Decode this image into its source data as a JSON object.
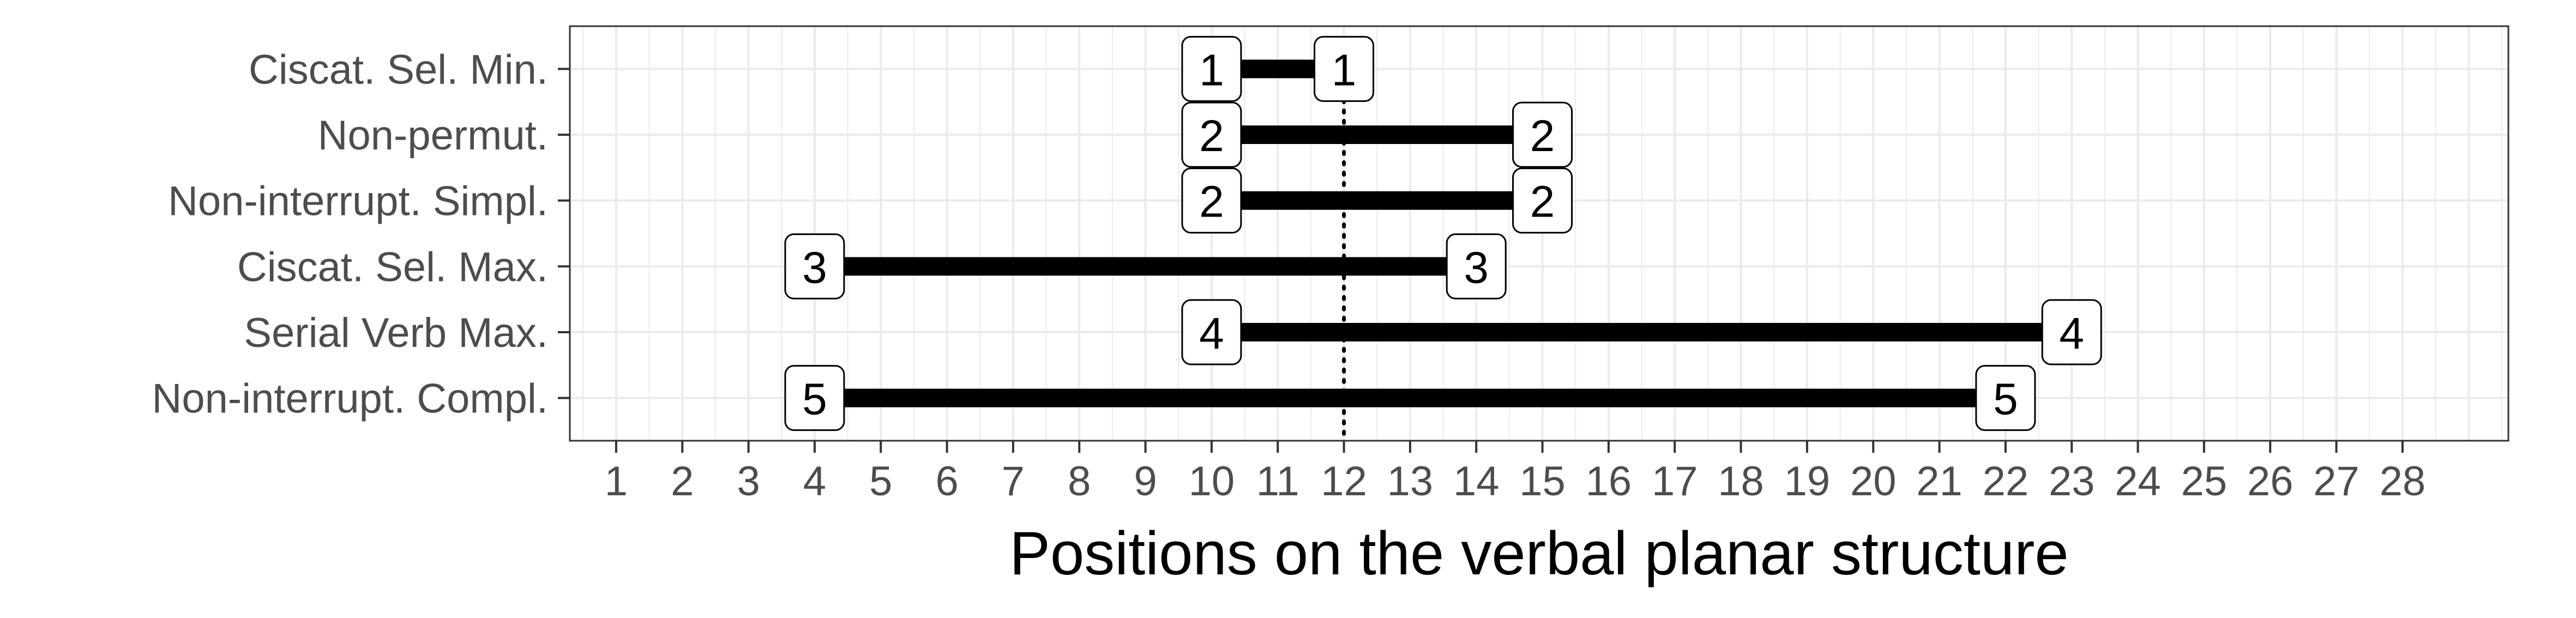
{
  "chart_data": {
    "type": "range",
    "title": "",
    "xlabel": "Positions on the verbal planar structure",
    "ylabel": "",
    "x_ticks": [
      1,
      2,
      3,
      4,
      5,
      6,
      7,
      8,
      9,
      10,
      11,
      12,
      13,
      14,
      15,
      16,
      17,
      18,
      19,
      20,
      21,
      22,
      23,
      24,
      25,
      26,
      27,
      28
    ],
    "xlim": [
      0.3,
      29.6
    ],
    "grid": true,
    "reference_line": {
      "x": 12,
      "style": "dotted"
    },
    "categories": [
      "Ciscat. Sel. Min.",
      "Non-permut.",
      "Non-interrupt. Simpl.",
      "Ciscat. Sel. Max.",
      "Serial Verb Max.",
      "Non-interrupt. Compl."
    ],
    "series": [
      {
        "category": "Ciscat. Sel. Min.",
        "start": 10,
        "end": 12,
        "label": "1"
      },
      {
        "category": "Non-permut.",
        "start": 10,
        "end": 15,
        "label": "2"
      },
      {
        "category": "Non-interrupt. Simpl.",
        "start": 10,
        "end": 15,
        "label": "2"
      },
      {
        "category": "Ciscat. Sel. Max.",
        "start": 4,
        "end": 14,
        "label": "3"
      },
      {
        "category": "Serial Verb Max.",
        "start": 10,
        "end": 23,
        "label": "4"
      },
      {
        "category": "Non-interrupt. Compl.",
        "start": 4,
        "end": 22,
        "label": "5"
      }
    ],
    "colors": {
      "segment": "#000000",
      "grid": "#ebebeb",
      "panel_border": "#333333",
      "tick_text": "#4d4d4d"
    }
  }
}
